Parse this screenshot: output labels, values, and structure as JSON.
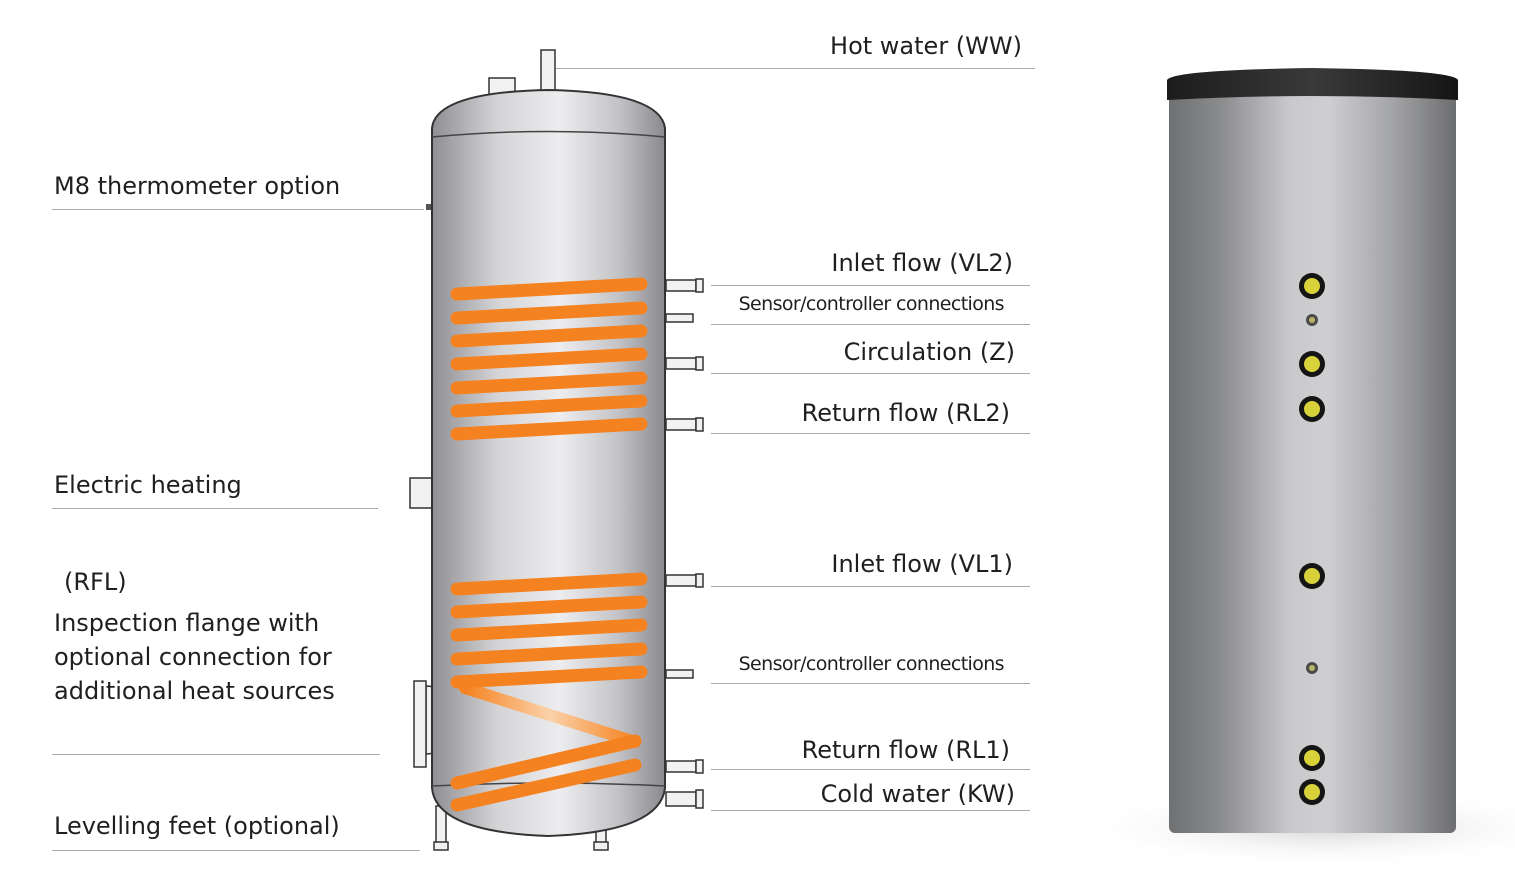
{
  "labels": {
    "hot_water": "Hot water (WW)",
    "thermometer": "M8 thermometer option",
    "inlet_vl2": "Inlet flow (VL2)",
    "sensor_upper": "Sensor/controller connections",
    "circulation": "Circulation (Z)",
    "return_rl2": "Return flow (RL2)",
    "electric_heating": "Electric heating",
    "rfl": "(RFL)",
    "inspection_flange": "Inspection flange with optional connection for additional heat sources",
    "inlet_vl1": "Inlet flow (VL1)",
    "sensor_lower": "Sensor/controller connections",
    "return_rl1": "Return flow (RL1)",
    "cold_water": "Cold water (KW)",
    "levelling_feet": "Levelling feet (optional)"
  },
  "colors": {
    "coil": "#f58220",
    "tank_dark": "#8e8e92",
    "tank_light": "#e6e6e8",
    "port_yellow": "#d8d23a",
    "cap": "#1a1a1a",
    "rule": "#a9a9a9"
  }
}
